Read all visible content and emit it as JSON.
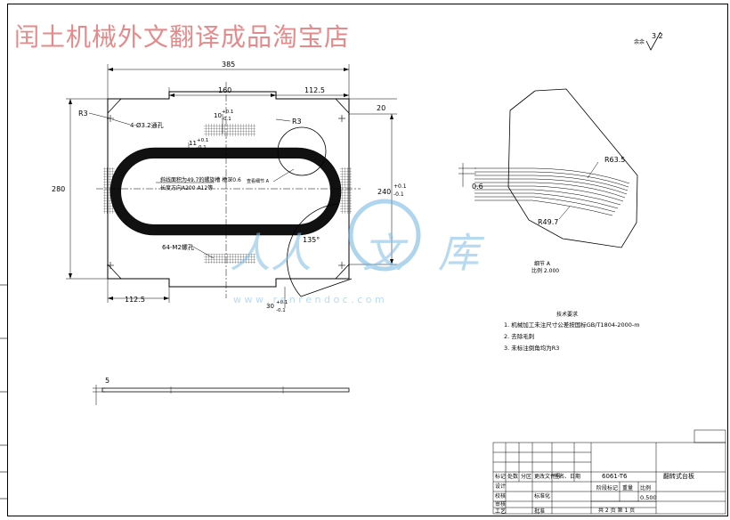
{
  "header": {
    "shop_name": "闰土机械外文翻译成品淘宝店"
  },
  "roughness": {
    "label": "余余",
    "value": "3.2"
  },
  "dimensions": {
    "overall_width": "385",
    "inner_width": "160",
    "right_offset": "112.5",
    "bottom_offset": "112.5",
    "height": "280",
    "right_height": "240",
    "right_height_tol_upper": "+0.1",
    "right_height_tol_lower": "-0.1",
    "top_margin": "20",
    "corner_radius_left": "R3",
    "corner_radius_right": "R3",
    "dim_10": "10",
    "dim_10_tol_upper": "+0.1",
    "dim_10_tol_lower": "-0.1",
    "dim_11": "11",
    "dim_11_tol_upper": "+0.1",
    "dim_11_tol_lower": "-0.1",
    "dim_30": "30",
    "dim_30_tol_upper": "+0.1",
    "dim_30_tol_lower": "-0.1",
    "angle": "135°",
    "thickness": "5"
  },
  "notes": {
    "holes": "4-Ø3.2通孔",
    "threaded": "64-M2螺孔",
    "groove_a": "斜线面积为49.7的螺旋槽  槽深0.6",
    "groove_b": "长度方向A200  A12等",
    "view_label": "查看细节  A"
  },
  "detail": {
    "r1": "R63.5",
    "r2": "R49.7",
    "depth": "0.6",
    "caption": "细节  A",
    "scale": "比例  2.000"
  },
  "tech_requirements": {
    "title": "技术要求",
    "items": [
      "1. 机械加工未注尺寸公差按国标GB/T1804-2000-m",
      "2. 去除毛刺",
      "3. 未标注倒角均为R3"
    ]
  },
  "title_block": {
    "material": "6061-T6",
    "part_name": "翻转式台板",
    "rows": [
      "标记",
      "设计",
      "校核",
      "审核",
      "工艺"
    ],
    "header_cols": [
      "处数",
      "分区",
      "更改文件号",
      "签名、日期"
    ],
    "stage_mark": "阶段标记",
    "weight": "重量",
    "scale_label": "比例",
    "standard": "标准化",
    "approve": "批准",
    "scale_value": "0.500",
    "sheets": "共 2 页 第 1 页"
  },
  "watermark": {
    "cn1": "人人",
    "cn2": "文",
    "cn3": "库",
    "url": "w w w . r e n r e n d o c . c o m"
  }
}
